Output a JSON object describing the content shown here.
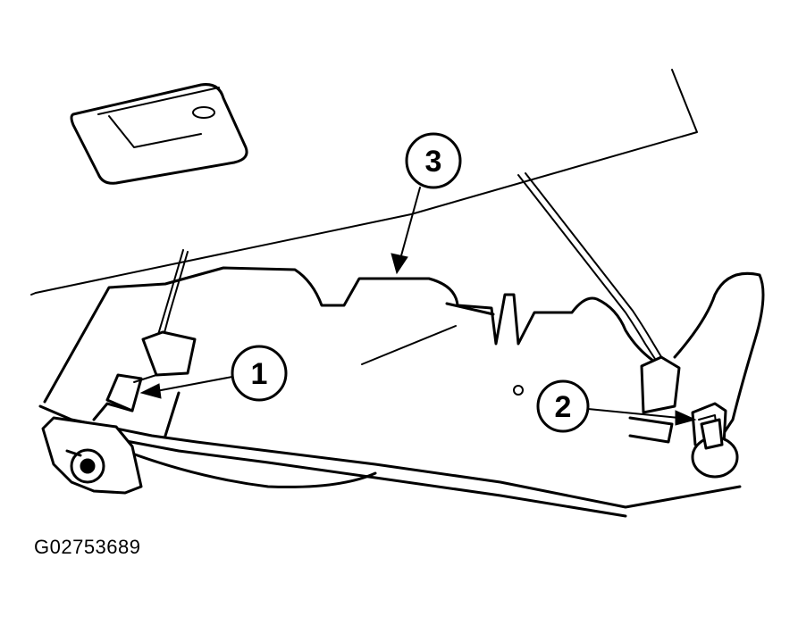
{
  "figure_id": "G02753689",
  "callouts": [
    {
      "number": "1"
    },
    {
      "number": "2"
    },
    {
      "number": "3"
    }
  ]
}
